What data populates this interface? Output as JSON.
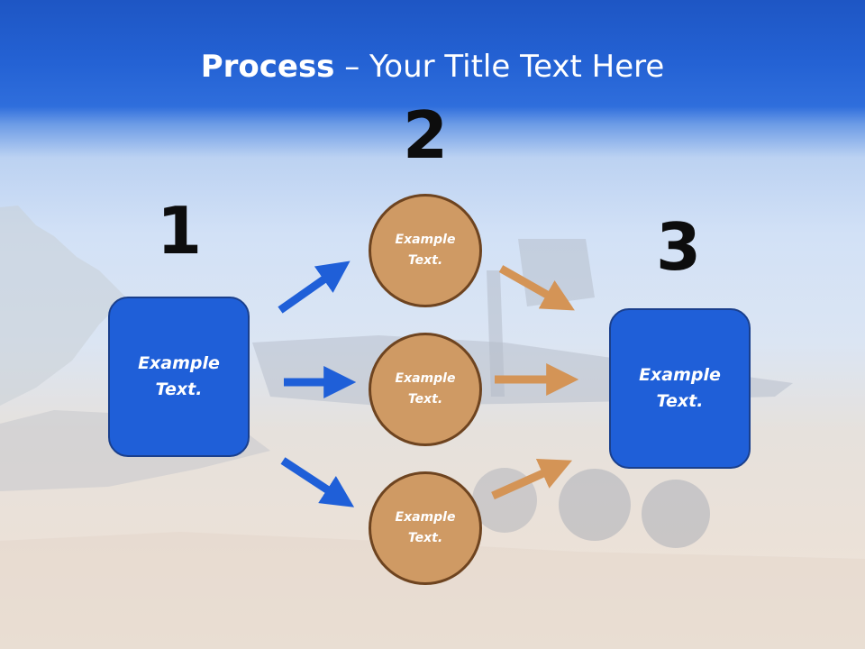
{
  "title": {
    "bold": "Process",
    "rest": " – Your Title Text Here"
  },
  "steps": {
    "one": {
      "number": "1",
      "text": "Example Text."
    },
    "two": {
      "number": "2",
      "circles": [
        {
          "text": "Example Text."
        },
        {
          "text": "Example Text."
        },
        {
          "text": "Example Text."
        }
      ]
    },
    "three": {
      "number": "3",
      "text": "Example Text."
    }
  },
  "colors": {
    "box_blue": "#1f5fd8",
    "circle_tan": "#cf9a64",
    "arrow_blue": "#1f5fd8",
    "arrow_tan": "#d49456"
  }
}
